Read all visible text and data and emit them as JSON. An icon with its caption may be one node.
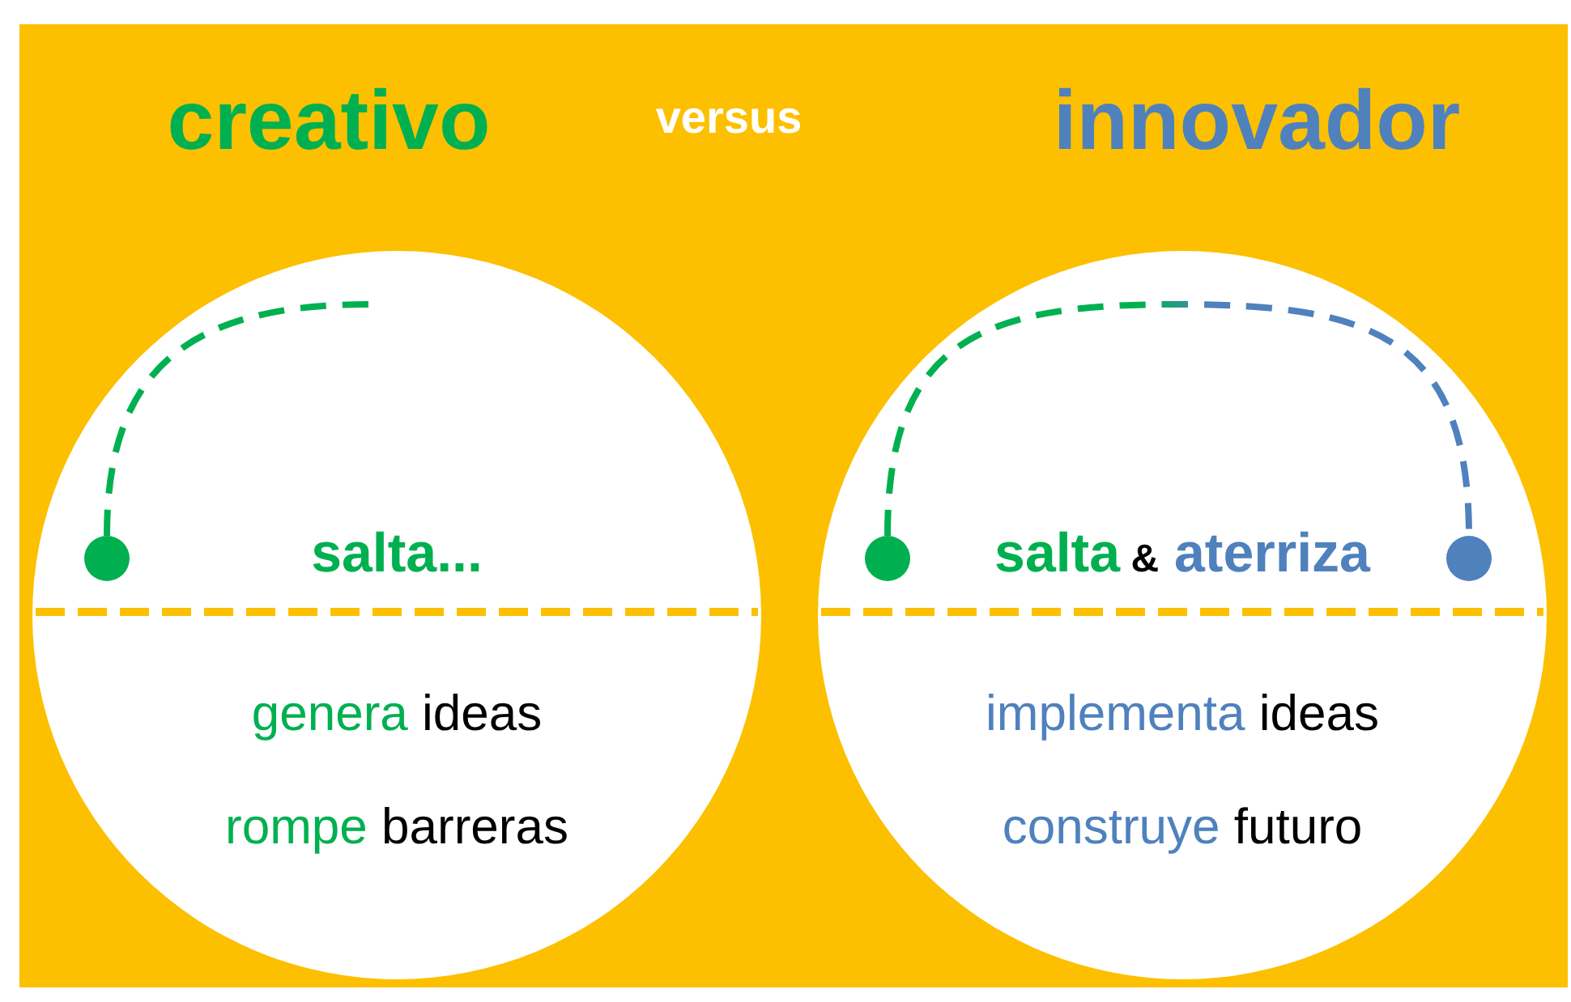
{
  "diagram": {
    "nodes": [
      {
        "text": [
          "salta...",
          "genera ideas",
          "rompe barreras"
        ]
      },
      {
        "text": [],
        "shape": "circle",
        "in": 0
      },
      {
        "text": [
          "salta & aterriza",
          "implementa ideas",
          "construye futuro"
        ]
      },
      {
        "text": [],
        "shape": "circle",
        "in": 2
      },
      {
        "text": [],
        "shape": "circle",
        "in": 2
      }
    ],
    "edges": [
      {
        "from": 1,
        "to": null,
        "arrow": "none",
        "style": "dashed"
      },
      {
        "from": 3,
        "to": 4,
        "arrow": "none",
        "style": "dashed"
      }
    ],
    "labels": [
      "creativo",
      "versus",
      "innovador"
    ]
  }
}
